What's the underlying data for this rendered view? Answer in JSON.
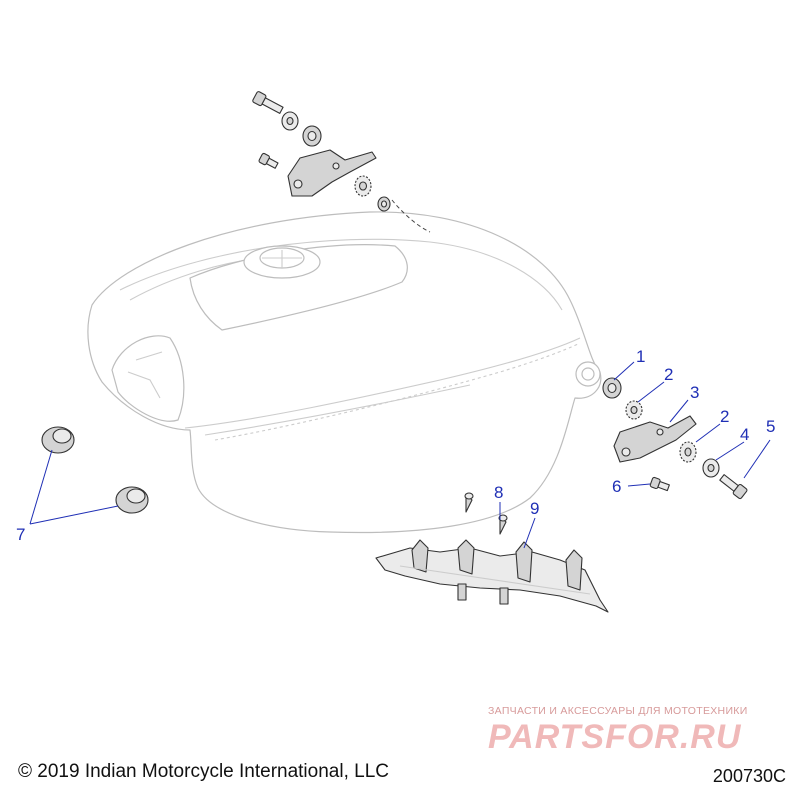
{
  "diagram": {
    "callouts": [
      "1",
      "2",
      "3",
      "2",
      "4",
      "5",
      "6",
      "7",
      "8",
      "9"
    ],
    "copyright": "© 2019 Indian Motorcycle International, LLC",
    "figure_id": "200730C"
  },
  "watermark": {
    "subtitle": "ЗАПЧАСТИ И АКСЕССУАРЫ ДЛЯ МОТОТЕХНИКИ",
    "brand": "PARTSFOR.RU"
  },
  "colors": {
    "callout": "#1f2fb5",
    "watermark": "#f0b9b9"
  }
}
